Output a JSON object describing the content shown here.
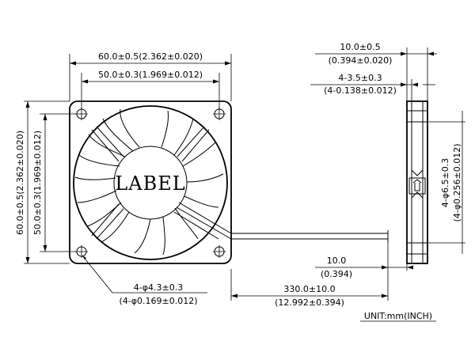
{
  "label_text": "LABEL",
  "unit_note": "UNIT:mm(INCH)",
  "dimensions": {
    "overall_width": "60.0±0.5(2.362±0.020)",
    "hole_spacing_width": "50.0±0.3(1.969±0.012)",
    "overall_height": "60.0±0.5(2.362±0.020)",
    "hole_spacing_height": "50.0±0.3(1.969±0.012)",
    "hole_dia_mm": "4-φ4.3±0.3",
    "hole_dia_inch": "(4-φ0.169±0.012)",
    "thickness_mm": "10.0±0.5",
    "thickness_inch": "(0.394±0.020)",
    "flange_mm": "4-3.5±0.3",
    "flange_inch": "(4-0.138±0.012)",
    "side_hole_mm": "4-φ6.5±0.3",
    "side_hole_inch": "(4-φ0.256±0.012)",
    "strip_mm": "10.0",
    "strip_inch": "(0.394)",
    "lead_length_mm": "330.0±10.0",
    "lead_length_inch": "(12.992±0.394)"
  }
}
